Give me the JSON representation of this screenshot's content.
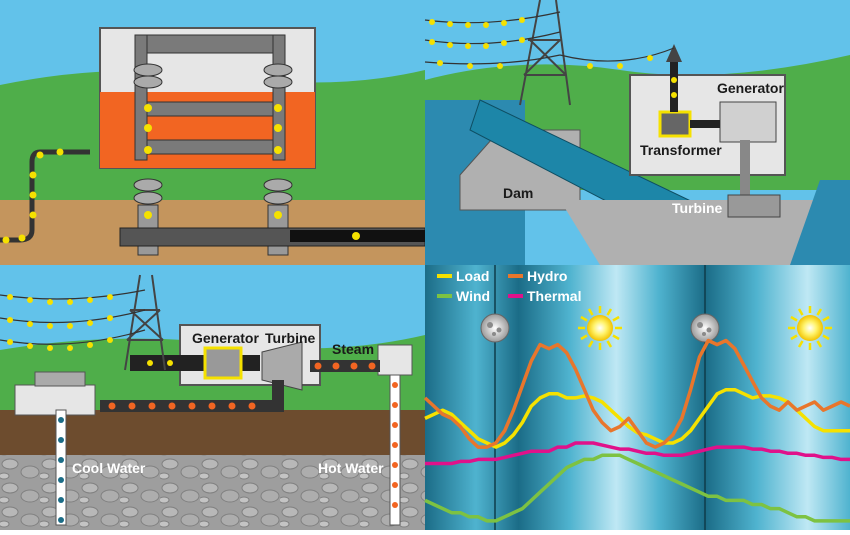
{
  "panels": {
    "substation": {},
    "hydro": {
      "labels": {
        "dam": "Dam",
        "generator": "Generator",
        "transformer": "Transformer",
        "turbine": "Turbine"
      }
    },
    "thermal": {
      "labels": {
        "generator": "Generator",
        "turbine": "Turbine",
        "steam": "Steam",
        "cool_water": "Cool Water",
        "hot_water": "Hot Water"
      }
    },
    "chart": {
      "legend": [
        {
          "name": "Load",
          "color": "#f5e100"
        },
        {
          "name": "Hydro",
          "color": "#e8762c"
        },
        {
          "name": "Wind",
          "color": "#7dc242"
        },
        {
          "name": "Thermal",
          "color": "#e0118a"
        }
      ]
    }
  },
  "chart_data": {
    "type": "line",
    "x": [
      0,
      1,
      2,
      3,
      4,
      5,
      6,
      7,
      8,
      9,
      10,
      11,
      12,
      13,
      14,
      15,
      16,
      17,
      18,
      19,
      20,
      21,
      22,
      23,
      24,
      25,
      26,
      27,
      28,
      29,
      30,
      31,
      32,
      33,
      34,
      35,
      36,
      37,
      38,
      39,
      40,
      41,
      42,
      43,
      44,
      45,
      46,
      47,
      48
    ],
    "series": [
      {
        "name": "Load",
        "color": "#f5e100",
        "values": [
          52,
          54,
          56,
          54,
          50,
          46,
          42,
          40,
          38,
          40,
          44,
          50,
          58,
          62,
          64,
          64,
          62,
          62,
          63,
          62,
          60,
          56,
          52,
          48,
          45,
          44,
          42,
          40,
          40,
          42,
          46,
          52,
          58,
          64,
          66,
          66,
          64,
          62,
          63,
          63,
          62,
          60,
          56,
          52,
          48,
          46,
          46,
          46,
          46
        ]
      },
      {
        "name": "Hydro",
        "color": "#e8762c",
        "values": [
          62,
          58,
          54,
          52,
          48,
          42,
          38,
          38,
          40,
          46,
          56,
          68,
          80,
          88,
          86,
          88,
          84,
          76,
          66,
          56,
          50,
          46,
          48,
          52,
          46,
          40,
          38,
          40,
          44,
          52,
          66,
          82,
          90,
          88,
          90,
          86,
          78,
          70,
          62,
          58,
          56,
          60,
          56,
          58,
          60,
          56,
          58,
          60,
          58
        ]
      },
      {
        "name": "Wind",
        "color": "#7dc242",
        "values": [
          12,
          10,
          8,
          6,
          6,
          4,
          4,
          2,
          2,
          4,
          6,
          8,
          12,
          16,
          20,
          24,
          28,
          30,
          32,
          32,
          34,
          34,
          34,
          32,
          30,
          28,
          26,
          24,
          22,
          20,
          18,
          16,
          14,
          14,
          12,
          12,
          12,
          10,
          10,
          8,
          8,
          6,
          4,
          4,
          2,
          2,
          2,
          2,
          2
        ]
      },
      {
        "name": "Thermal",
        "color": "#e0118a",
        "values": [
          30,
          30,
          30,
          30,
          31,
          31,
          32,
          32,
          32,
          33,
          34,
          35,
          36,
          36,
          36,
          38,
          38,
          40,
          40,
          40,
          39,
          38,
          37,
          37,
          36,
          35,
          35,
          34,
          34,
          34,
          35,
          36,
          37,
          38,
          38,
          38,
          38,
          37,
          37,
          36,
          36,
          35,
          35,
          34,
          34,
          33,
          33,
          32,
          32
        ]
      }
    ],
    "ylim": [
      0,
      100
    ],
    "day_night_markers": [
      "moon",
      "sun",
      "moon",
      "sun"
    ],
    "grid": false,
    "legend_position": "top-left"
  }
}
